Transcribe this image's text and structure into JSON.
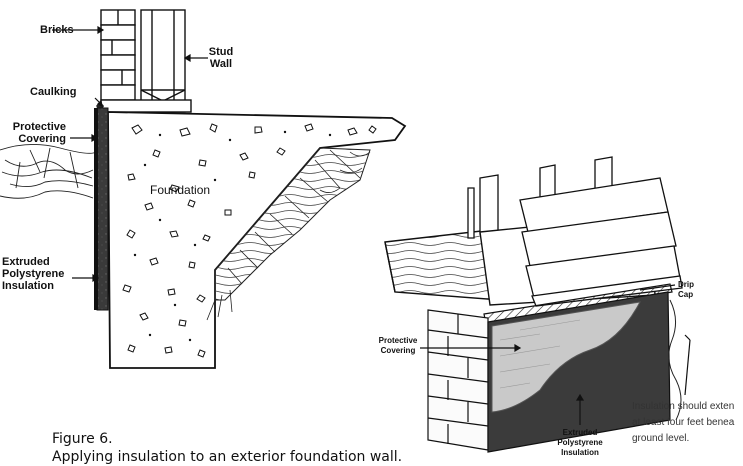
{
  "left_figure": {
    "labels": {
      "bricks": "Bricks",
      "stud_wall_1": "Stud",
      "stud_wall_2": "Wall",
      "caulking": "Caulking",
      "protective_covering_1": "Protective",
      "protective_covering_2": "Covering",
      "foundation": "Foundation",
      "insulation_1": "Extruded",
      "insulation_2": "Polystyrene",
      "insulation_3": "Insulation"
    }
  },
  "right_figure": {
    "labels": {
      "drip_cap_1": "Drip",
      "drip_cap_2": "Cap",
      "protective_covering_1": "Protective",
      "protective_covering_2": "Covering",
      "insulation_1": "Extruded",
      "insulation_2": "Polystyrene",
      "insulation_3": "Insulation"
    },
    "note_lines": [
      "Insulation should exten",
      "at least four feet benea",
      "ground level."
    ]
  },
  "caption": {
    "figure_number": "Figure 6.",
    "text": "Applying insulation to an exterior foundation wall."
  }
}
